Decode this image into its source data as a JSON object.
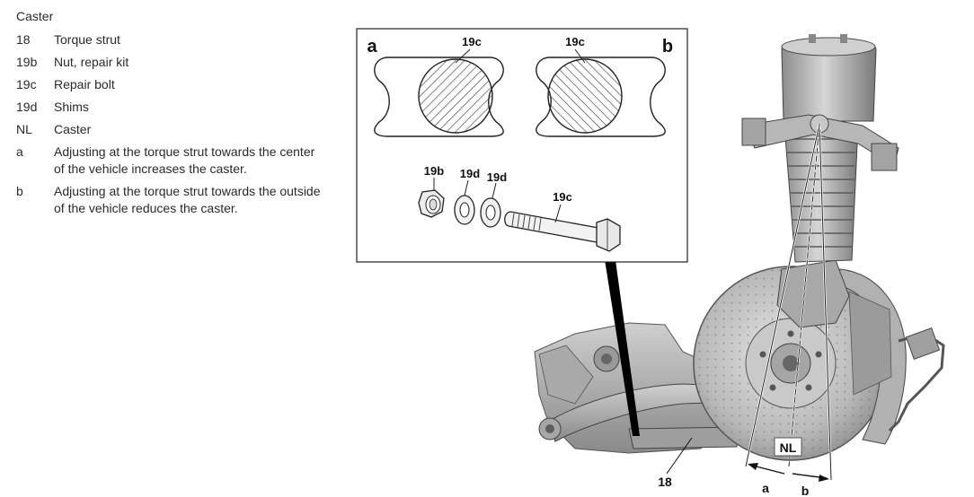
{
  "legend": {
    "title": "Caster",
    "items": [
      {
        "key": "18",
        "text": "Torque strut"
      },
      {
        "key": "19b",
        "text": "Nut, repair kit"
      },
      {
        "key": "19c",
        "text": "Repair bolt"
      },
      {
        "key": "19d",
        "text": "Shims"
      },
      {
        "key": "NL",
        "text": "Caster"
      },
      {
        "key": "a",
        "text": "Adjusting at the torque strut towards the center of the vehicle increases the caster."
      },
      {
        "key": "b",
        "text": "Adjusting at the torque strut towards the outside of the vehicle reduces the caster."
      }
    ]
  },
  "figure": {
    "detail": {
      "panel_a": "a",
      "panel_b": "b",
      "bolt_a": "19c",
      "bolt_b": "19c",
      "nut": "19b",
      "shim_1": "19d",
      "shim_2": "19d",
      "repair_bolt": "19c"
    },
    "main": {
      "torque_strut": "18",
      "caster": "NL",
      "dir_a": "a",
      "dir_b": "b"
    }
  }
}
